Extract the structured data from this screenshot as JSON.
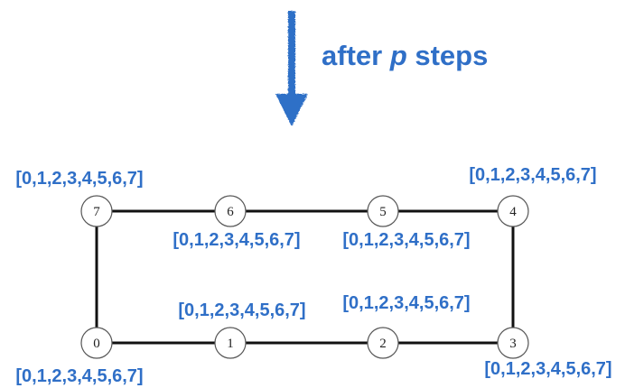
{
  "caption": {
    "prefix": "after ",
    "variable": "p",
    "suffix": " steps"
  },
  "colors": {
    "accent": "#2f6fc7",
    "edge": "#111111",
    "node_stroke": "#555555",
    "node_fill": "#ffffff"
  },
  "nodes": [
    {
      "id": "0",
      "label": "0",
      "list": "[0,1,2,3,4,5,6,7]"
    },
    {
      "id": "1",
      "label": "1",
      "list": "[0,1,2,3,4,5,6,7]"
    },
    {
      "id": "2",
      "label": "2",
      "list": "[0,1,2,3,4,5,6,7]"
    },
    {
      "id": "3",
      "label": "3",
      "list": "[0,1,2,3,4,5,6,7]"
    },
    {
      "id": "4",
      "label": "4",
      "list": "[0,1,2,3,4,5,6,7]"
    },
    {
      "id": "5",
      "label": "5",
      "list": "[0,1,2,3,4,5,6,7]"
    },
    {
      "id": "6",
      "label": "6",
      "list": "[0,1,2,3,4,5,6,7]"
    },
    {
      "id": "7",
      "label": "7",
      "list": "[0,1,2,3,4,5,6,7]"
    }
  ],
  "edges": [
    [
      "0",
      "1"
    ],
    [
      "1",
      "2"
    ],
    [
      "2",
      "3"
    ],
    [
      "3",
      "4"
    ],
    [
      "4",
      "5"
    ],
    [
      "5",
      "6"
    ],
    [
      "6",
      "7"
    ],
    [
      "7",
      "0"
    ]
  ]
}
